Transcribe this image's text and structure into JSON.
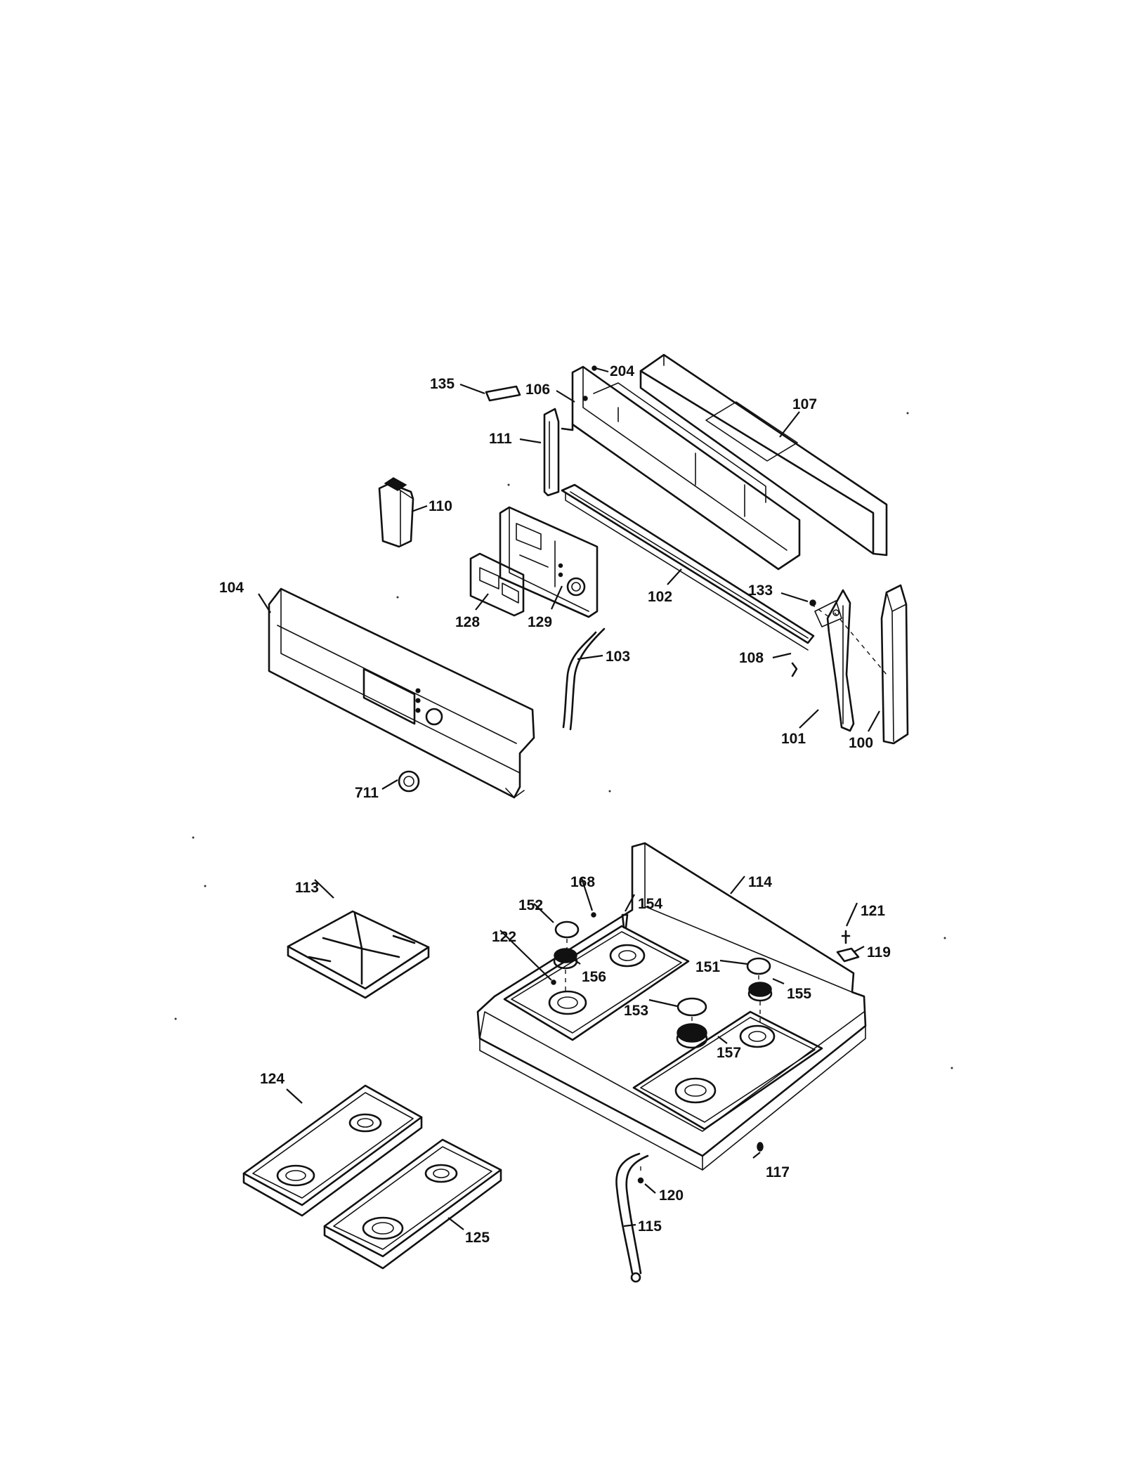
{
  "callouts": {
    "c100": "100",
    "c101": "101",
    "c102": "102",
    "c103": "103",
    "c104": "104",
    "c106": "106",
    "c107": "107",
    "c108": "108",
    "c110": "110",
    "c111": "111",
    "c113": "113",
    "c114": "114",
    "c115": "115",
    "c117": "117",
    "c119": "119",
    "c120": "120",
    "c121": "121",
    "c122": "122",
    "c124": "124",
    "c125": "125",
    "c128": "128",
    "c129": "129",
    "c133": "133",
    "c135": "135",
    "c151": "151",
    "c152": "152",
    "c153": "153",
    "c154": "154",
    "c155": "155",
    "c156": "156",
    "c157": "157",
    "c168": "168",
    "c204": "204",
    "c711": "711"
  },
  "colors": {
    "ink": "#111111",
    "paper": "#ffffff"
  }
}
